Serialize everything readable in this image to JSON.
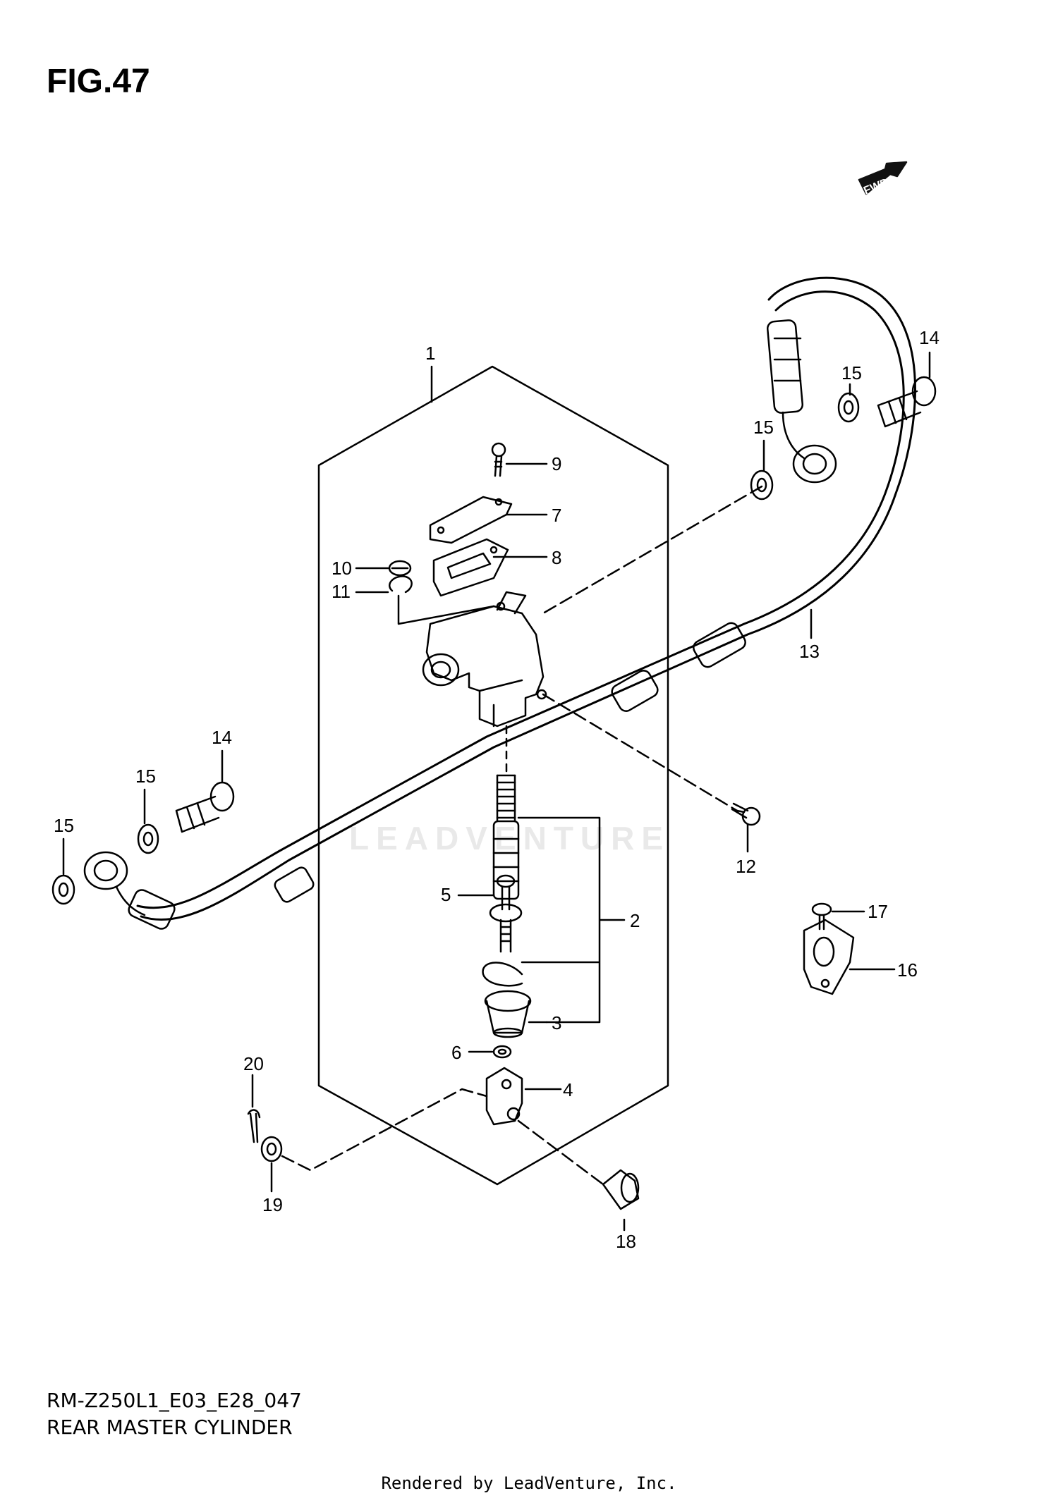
{
  "figure": {
    "title": "FIG.47",
    "model_code": "RM-Z250L1_E03_E28_047",
    "diagram_name": "REAR MASTER CYLINDER",
    "footer": "Rendered by LeadVenture, Inc.",
    "watermark": "LEADVENTURE",
    "direction_label": "FWD"
  },
  "callouts": {
    "c1": "1",
    "c2": "2",
    "c3": "3",
    "c4": "4",
    "c5": "5",
    "c6": "6",
    "c7": "7",
    "c8": "8",
    "c9": "9",
    "c10": "10",
    "c11": "11",
    "c12": "12",
    "c13": "13",
    "c14a": "14",
    "c14b": "14",
    "c15a": "15",
    "c15b": "15",
    "c15c": "15",
    "c15d": "15",
    "c16": "16",
    "c17": "17",
    "c18": "18",
    "c19": "19",
    "c20": "20"
  },
  "colors": {
    "ink": "#000000",
    "watermark": "#e9e9e9",
    "background": "#ffffff"
  }
}
